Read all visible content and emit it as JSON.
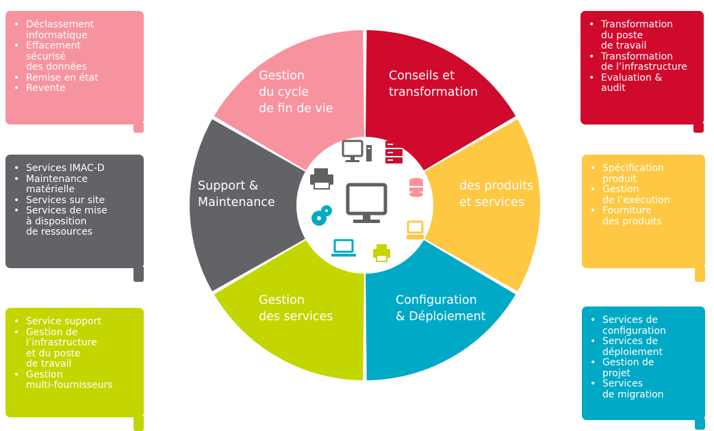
{
  "colors": {
    "pink": "#f7939f",
    "red": "#cf0a2c",
    "yellow": "#fec843",
    "teal": "#00a9c6",
    "lime": "#c4d600",
    "gray": "#626366"
  },
  "segments": {
    "conseils": {
      "line1": "Conseils et",
      "line2": "transformation"
    },
    "produits": {
      "line1": "des produits",
      "line2": "et services"
    },
    "configuration": {
      "line1": "Configuration",
      "line2": "& Déploiement"
    },
    "gestion_services": {
      "line1": "Gestion",
      "line2": "des services"
    },
    "support": {
      "line1": "Support &",
      "line2": "Maintenance"
    },
    "fin_de_vie": {
      "line1": "Gestion",
      "line2": "du cycle",
      "line3": "de fin de vie"
    }
  },
  "boxes": {
    "fin_de_vie": [
      [
        "Déclassement",
        "informatique"
      ],
      [
        "Effacement",
        "sécurisé",
        "des données"
      ],
      [
        "Remise en état"
      ],
      [
        "Revente"
      ]
    ],
    "support": [
      [
        "Services IMAC-D"
      ],
      [
        "Maintenance",
        "matérielle"
      ],
      [
        "Services sur site"
      ],
      [
        "Services de mise",
        "à disposition",
        "de ressources"
      ]
    ],
    "gestion_services": [
      [
        "Service support"
      ],
      [
        "Gestion de",
        "l’infrastructure",
        "et du poste",
        "de travail"
      ],
      [
        "Gestion",
        "multi-fournisseurs"
      ]
    ],
    "conseils": [
      [
        "Transformation",
        "du poste",
        "de travail"
      ],
      [
        "Transformation",
        "de l’infrastructure"
      ],
      [
        "Evaluation &",
        "audit"
      ]
    ],
    "produits": [
      [
        "Spécification",
        "produit"
      ],
      [
        "Gestion",
        "de l’exécution"
      ],
      [
        "Fourniture",
        "des produits"
      ]
    ],
    "configuration": [
      [
        "Services de",
        "configuration"
      ],
      [
        "Services de",
        "déploiement"
      ],
      [
        "Gestion de",
        "projet"
      ],
      [
        "Services",
        "de migration"
      ]
    ]
  },
  "bullet": "•",
  "icons": [
    "monitor-icon",
    "tower-pc-icon",
    "server-icon",
    "printer-icon",
    "database-icon",
    "large-monitor-icon",
    "disc-icon",
    "desktop-icon",
    "laptop-icon",
    "small-printer-icon"
  ]
}
